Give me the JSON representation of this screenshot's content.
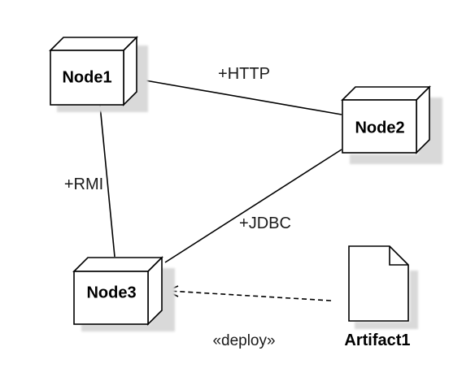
{
  "diagram": {
    "nodes": {
      "node1": {
        "label": "Node1"
      },
      "node2": {
        "label": "Node2"
      },
      "node3": {
        "label": "Node3"
      }
    },
    "edges": {
      "http": {
        "label": "+HTTP"
      },
      "rmi": {
        "label": "+RMI"
      },
      "jdbc": {
        "label": "+JDBC"
      },
      "deploy": {
        "label": "«deploy»"
      }
    },
    "artifact": {
      "label": "Artifact1"
    }
  },
  "colors": {
    "stroke": "#000000",
    "shadow": "#d9d9d9",
    "fill": "#ffffff"
  }
}
